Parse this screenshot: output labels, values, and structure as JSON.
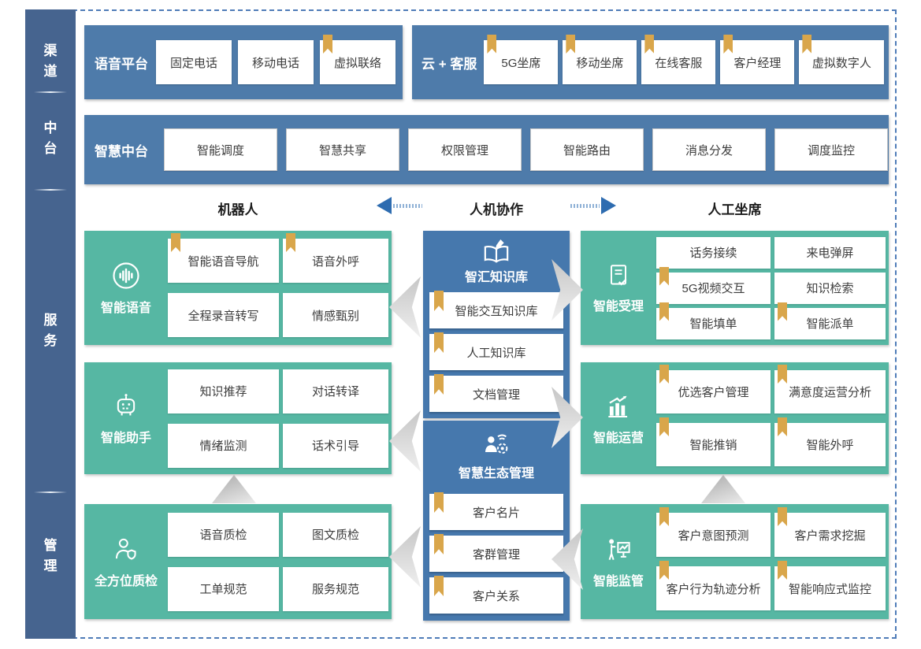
{
  "colors": {
    "sidebar_blue": "#46648f",
    "panel_blue": "#4e7baa",
    "mid_block_blue": "#4678ad",
    "block_green": "#56b7a3",
    "bookmark_gold": "#d9a64b",
    "arrow_blue": "#2e6cb0",
    "dashed_border_blue": "#4f7cb8"
  },
  "sidebar": {
    "items": [
      {
        "label": "渠道"
      },
      {
        "label": "中台"
      },
      {
        "label": "服务"
      },
      {
        "label": "管理"
      }
    ]
  },
  "rows": {
    "voice": {
      "title": "语音平台",
      "cells": [
        {
          "label": "固定电话",
          "bookmark": false
        },
        {
          "label": "移动电话",
          "bookmark": false
        },
        {
          "label": "虚拟联络",
          "bookmark": true
        }
      ]
    },
    "cloud": {
      "title": "云 + 客服",
      "cells": [
        {
          "label": "5G坐席",
          "bookmark": true
        },
        {
          "label": "移动坐席",
          "bookmark": true
        },
        {
          "label": "在线客服",
          "bookmark": true
        },
        {
          "label": "客户经理",
          "bookmark": true
        },
        {
          "label": "虚拟数字人",
          "bookmark": true
        }
      ]
    },
    "midplatform": {
      "title": "智慧中台",
      "cells": [
        {
          "label": "智能调度"
        },
        {
          "label": "智慧共享"
        },
        {
          "label": "权限管理"
        },
        {
          "label": "智能路由"
        },
        {
          "label": "消息分发"
        },
        {
          "label": "调度监控"
        }
      ]
    }
  },
  "collab_header": {
    "left": "机器人",
    "center": "人机协作",
    "right": "人工坐席"
  },
  "blocks": {
    "voice_ai": {
      "title": "智能语音",
      "icon": "voice-waveform-icon",
      "cells": [
        {
          "label": "智能语音导航",
          "bookmark": true
        },
        {
          "label": "语音外呼",
          "bookmark": true
        },
        {
          "label": "全程录音转写",
          "bookmark": false
        },
        {
          "label": "情感甄别",
          "bookmark": false
        }
      ]
    },
    "assistant": {
      "title": "智能助手",
      "icon": "robot-icon",
      "cells": [
        {
          "label": "知识推荐",
          "bookmark": false
        },
        {
          "label": "对话转译",
          "bookmark": false
        },
        {
          "label": "情绪监测",
          "bookmark": false
        },
        {
          "label": "话术引导",
          "bookmark": false
        }
      ]
    },
    "quality": {
      "title": "全方位质检",
      "icon": "person-inspection-icon",
      "cells": [
        {
          "label": "语音质检",
          "bookmark": false
        },
        {
          "label": "图文质检",
          "bookmark": false
        },
        {
          "label": "工单规范",
          "bookmark": false
        },
        {
          "label": "服务规范",
          "bookmark": false
        }
      ]
    },
    "knowledge": {
      "title": "智汇知识库",
      "icon": "book-pen-icon",
      "items": [
        {
          "label": "智能交互知识库",
          "bookmark": true
        },
        {
          "label": "人工知识库",
          "bookmark": true
        },
        {
          "label": "文档管理",
          "bookmark": true
        }
      ]
    },
    "ecosystem": {
      "title": "智慧生态管理",
      "icon": "person-network-gear-icon",
      "items": [
        {
          "label": "客户名片",
          "bookmark": true
        },
        {
          "label": "客群管理",
          "bookmark": true
        },
        {
          "label": "客户关系",
          "bookmark": true
        }
      ]
    },
    "acceptance": {
      "title": "智能受理",
      "icon": "document-check-icon",
      "cells": [
        {
          "label": "话务接续",
          "bookmark": false
        },
        {
          "label": "来电弹屏",
          "bookmark": false
        },
        {
          "label": "5G视频交互",
          "bookmark": true
        },
        {
          "label": "知识检索",
          "bookmark": false
        },
        {
          "label": "智能填单",
          "bookmark": true
        },
        {
          "label": "智能派单",
          "bookmark": true
        }
      ]
    },
    "operation": {
      "title": "智能运营",
      "icon": "growth-chart-icon",
      "cells": [
        {
          "label": "优选客户管理",
          "bookmark": true
        },
        {
          "label": "满意度运营分析",
          "bookmark": true
        },
        {
          "label": "智能推销",
          "bookmark": true
        },
        {
          "label": "智能外呼",
          "bookmark": true
        }
      ]
    },
    "supervision": {
      "title": "智能监管",
      "icon": "presenter-board-icon",
      "cells": [
        {
          "label": "客户意图预测",
          "bookmark": true
        },
        {
          "label": "客户需求挖掘",
          "bookmark": true
        },
        {
          "label": "客户行为轨迹分析",
          "bookmark": true
        },
        {
          "label": "智能响应式监控",
          "bookmark": true
        }
      ]
    }
  }
}
